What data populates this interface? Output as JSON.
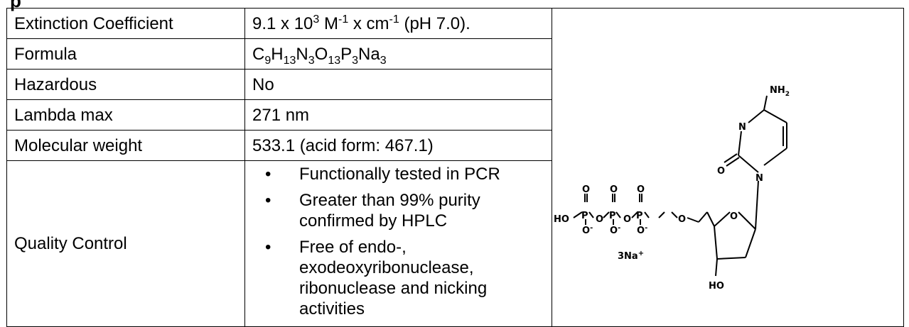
{
  "heading_fragment": "p",
  "rows": [
    {
      "label": "Extinction Coefficient",
      "value": {
        "base": "9.1 x 10",
        "exp": "3",
        "unit1": " M",
        "unit1_exp": "-1",
        "unit2": " x cm",
        "unit2_exp": "-1",
        "tail": " (pH 7.0)."
      }
    },
    {
      "label": "Formula",
      "formula": [
        [
          "C",
          "9"
        ],
        [
          "H",
          "13"
        ],
        [
          "N",
          "3"
        ],
        [
          "O",
          "13"
        ],
        [
          "P",
          "3"
        ],
        [
          "Na",
          "3"
        ]
      ]
    },
    {
      "label": "Hazardous",
      "text": "No"
    },
    {
      "label": "Lambda max",
      "text": "271 nm"
    },
    {
      "label": "Molecular weight",
      "text": "533.1 (acid form: 467.1)"
    }
  ],
  "quality_control": {
    "label": "Quality Control",
    "bullet": "•",
    "items": [
      "Functionally tested in PCR",
      "Greater than 99% purity confirmed by HPLC",
      "Free of endo-, exodeoxyribonuclease, ribonuclease and nicking activities"
    ]
  },
  "structure": {
    "nh2": "NH",
    "nh2_sub": "2",
    "n": "N",
    "o": "O",
    "ho": "HO",
    "o_minus": "O",
    "minus": "-",
    "p": "P",
    "salt": "3Na",
    "plus": "+",
    "ho_bottom": "HO"
  }
}
